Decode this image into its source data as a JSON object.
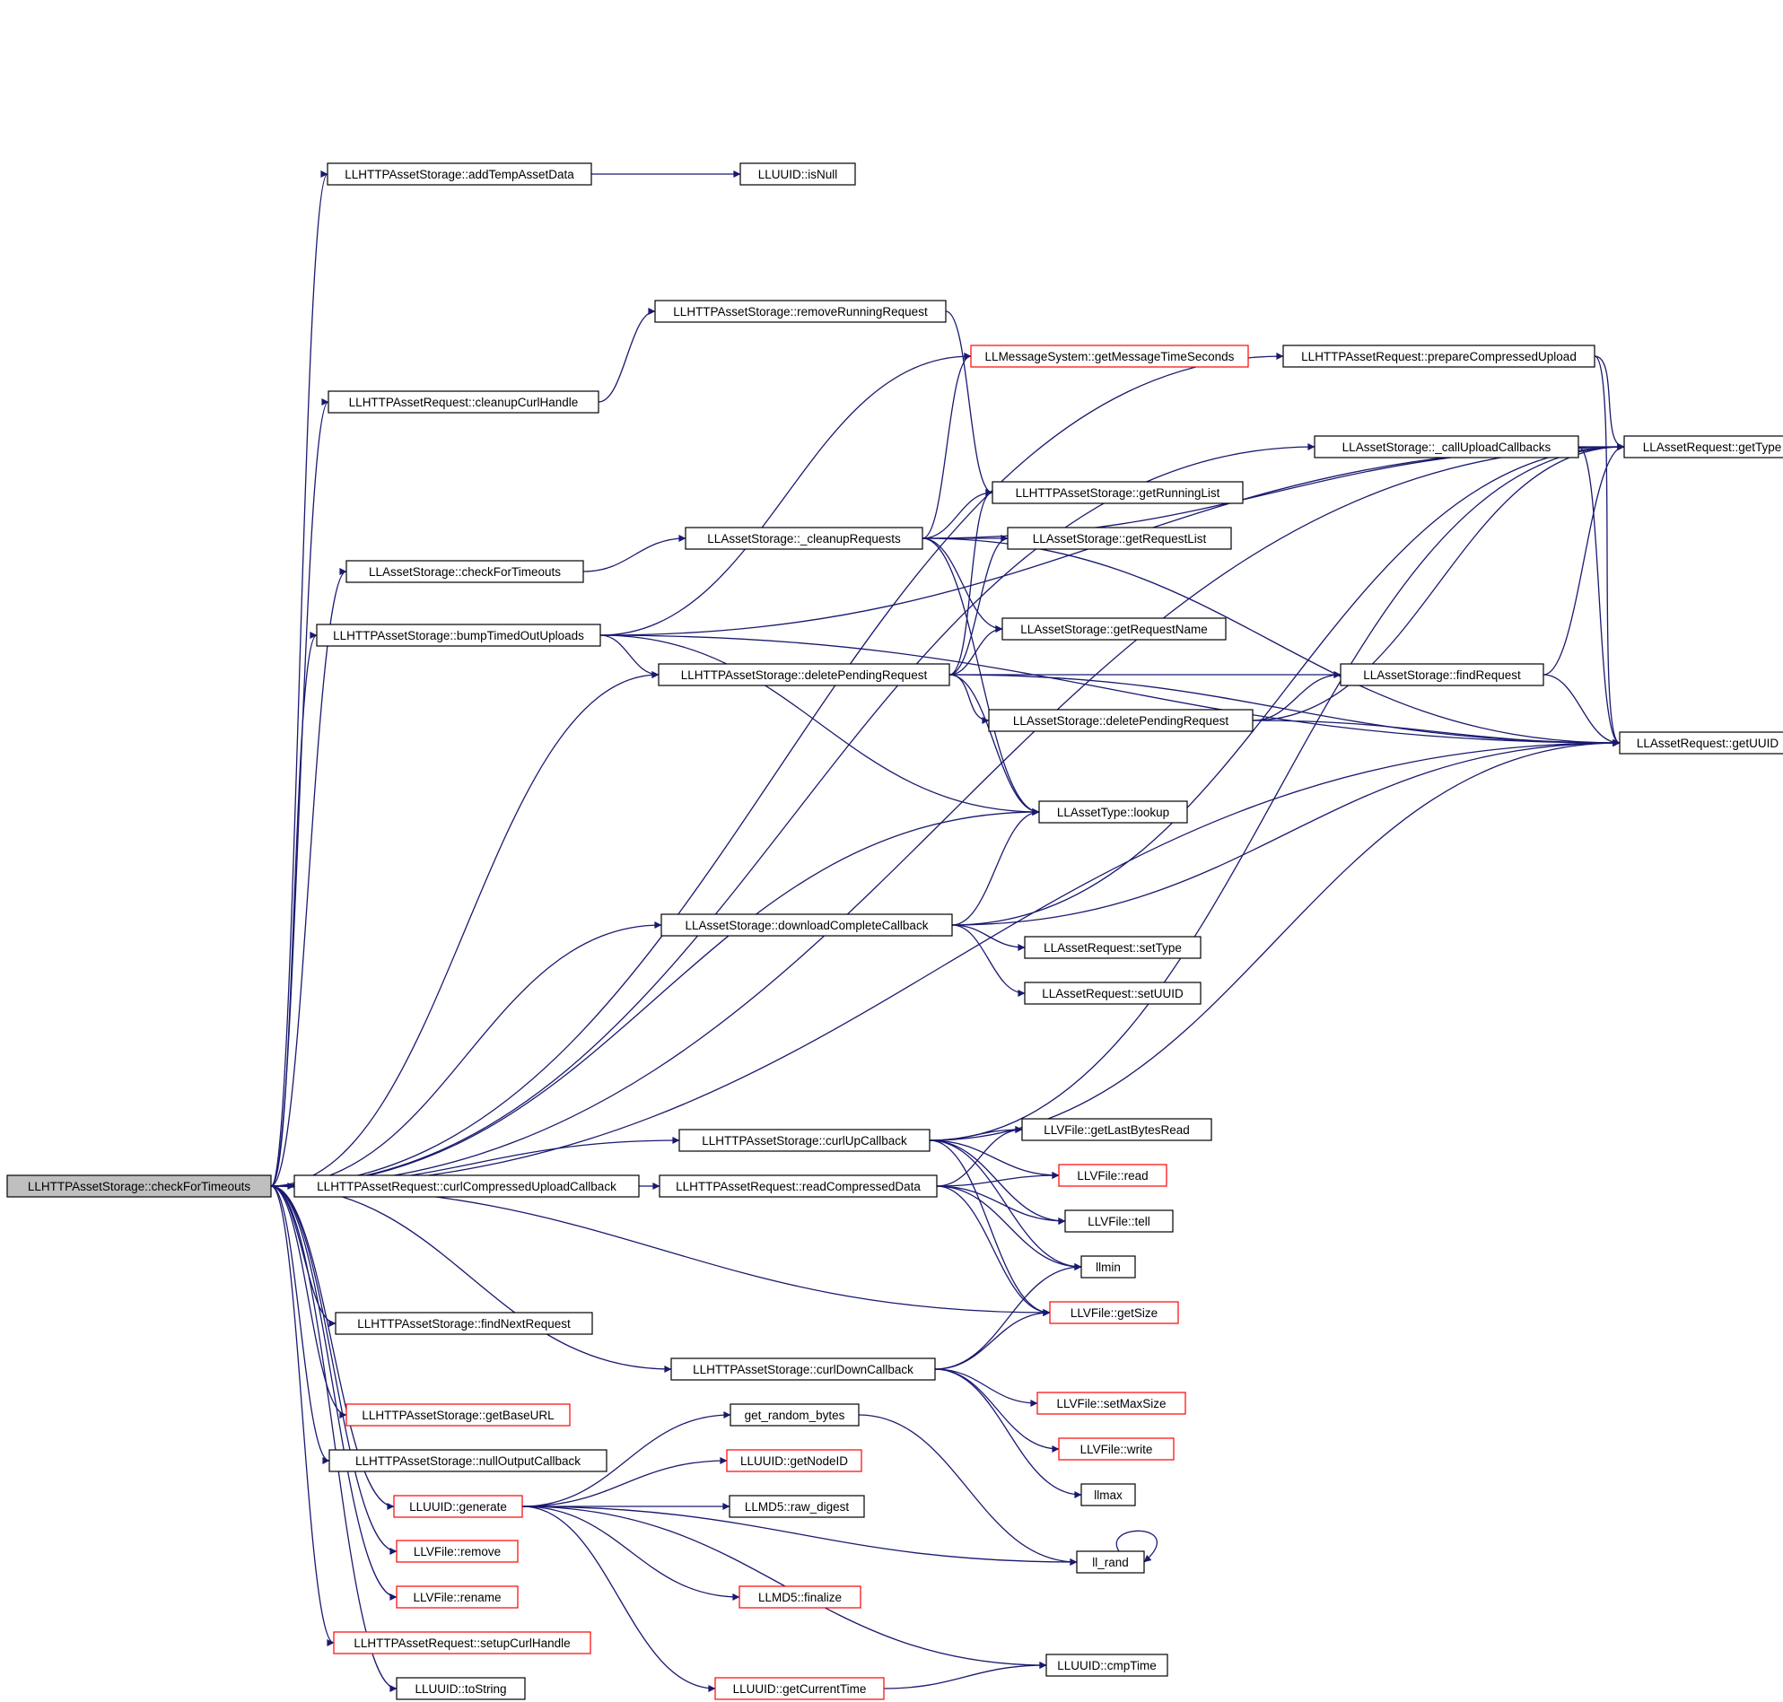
{
  "diagram": {
    "root": "n0",
    "nodes": [
      {
        "id": "n0",
        "label": "LLHTTPAssetStorage::checkForTimeouts",
        "style": "root"
      },
      {
        "id": "n1",
        "label": "LLHTTPAssetStorage::addTempAssetData",
        "style": "normal"
      },
      {
        "id": "n2",
        "label": "LLUUID::isNull",
        "style": "normal"
      },
      {
        "id": "n3",
        "label": "LLAssetRequest::getType",
        "style": "normal"
      },
      {
        "id": "n4",
        "label": "LLHTTPAssetStorage::removeRunningRequest",
        "style": "normal"
      },
      {
        "id": "n5",
        "label": "LLHTTPAssetRequest::prepareCompressedUpload",
        "style": "normal"
      },
      {
        "id": "n6",
        "label": "LLMessageSystem::getMessageTimeSeconds",
        "style": "red"
      },
      {
        "id": "n7",
        "label": "LLHTTPAssetRequest::cleanupCurlHandle",
        "style": "normal"
      },
      {
        "id": "n8",
        "label": "LLAssetStorage::_callUploadCallbacks",
        "style": "normal"
      },
      {
        "id": "n9",
        "label": "LLHTTPAssetStorage::getRunningList",
        "style": "normal"
      },
      {
        "id": "n10",
        "label": "LLAssetStorage::_cleanupRequests",
        "style": "normal"
      },
      {
        "id": "n11",
        "label": "LLAssetStorage::getRequestList",
        "style": "normal"
      },
      {
        "id": "n12",
        "label": "LLAssetStorage::checkForTimeouts",
        "style": "normal"
      },
      {
        "id": "n13",
        "label": "LLAssetStorage::getRequestName",
        "style": "normal"
      },
      {
        "id": "n14",
        "label": "LLHTTPAssetStorage::bumpTimedOutUploads",
        "style": "normal"
      },
      {
        "id": "n15",
        "label": "LLHTTPAssetStorage::deletePendingRequest",
        "style": "normal"
      },
      {
        "id": "n16",
        "label": "LLAssetStorage::findRequest",
        "style": "normal"
      },
      {
        "id": "n17",
        "label": "LLAssetStorage::deletePendingRequest",
        "style": "normal"
      },
      {
        "id": "n18",
        "label": "LLAssetRequest::getUUID",
        "style": "normal"
      },
      {
        "id": "n19",
        "label": "LLAssetType::lookup",
        "style": "normal"
      },
      {
        "id": "n20",
        "label": "LLAssetStorage::downloadCompleteCallback",
        "style": "normal"
      },
      {
        "id": "n21",
        "label": "LLAssetRequest::setType",
        "style": "normal"
      },
      {
        "id": "n22",
        "label": "LLAssetRequest::setUUID",
        "style": "normal"
      },
      {
        "id": "n23",
        "label": "LLHTTPAssetStorage::curlUpCallback",
        "style": "normal"
      },
      {
        "id": "n24",
        "label": "LLVFile::getLastBytesRead",
        "style": "normal"
      },
      {
        "id": "n25",
        "label": "LLHTTPAssetRequest::curlCompressedUploadCallback",
        "style": "normal"
      },
      {
        "id": "n26",
        "label": "LLHTTPAssetRequest::readCompressedData",
        "style": "normal"
      },
      {
        "id": "n27",
        "label": "LLVFile::read",
        "style": "red"
      },
      {
        "id": "n28",
        "label": "LLVFile::tell",
        "style": "normal"
      },
      {
        "id": "n29",
        "label": "llmin",
        "style": "normal"
      },
      {
        "id": "n30",
        "label": "LLHTTPAssetStorage::findNextRequest",
        "style": "normal"
      },
      {
        "id": "n31",
        "label": "LLVFile::getSize",
        "style": "red"
      },
      {
        "id": "n32",
        "label": "LLHTTPAssetStorage::curlDownCallback",
        "style": "normal"
      },
      {
        "id": "n33",
        "label": "LLHTTPAssetStorage::getBaseURL",
        "style": "red"
      },
      {
        "id": "n34",
        "label": "LLVFile::setMaxSize",
        "style": "red"
      },
      {
        "id": "n35",
        "label": "get_random_bytes",
        "style": "normal"
      },
      {
        "id": "n36",
        "label": "LLVFile::write",
        "style": "red"
      },
      {
        "id": "n37",
        "label": "LLHTTPAssetStorage::nullOutputCallback",
        "style": "normal"
      },
      {
        "id": "n38",
        "label": "LLUUID::getNodeID",
        "style": "red"
      },
      {
        "id": "n39",
        "label": "llmax",
        "style": "normal"
      },
      {
        "id": "n40",
        "label": "LLUUID::generate",
        "style": "red"
      },
      {
        "id": "n41",
        "label": "LLMD5::raw_digest",
        "style": "normal"
      },
      {
        "id": "n42",
        "label": "ll_rand",
        "style": "normal"
      },
      {
        "id": "n43",
        "label": "LLVFile::remove",
        "style": "red"
      },
      {
        "id": "n44",
        "label": "LLVFile::rename",
        "style": "red"
      },
      {
        "id": "n45",
        "label": "LLMD5::finalize",
        "style": "red"
      },
      {
        "id": "n46",
        "label": "LLHTTPAssetRequest::setupCurlHandle",
        "style": "red"
      },
      {
        "id": "n47",
        "label": "LLUUID::cmpTime",
        "style": "normal"
      },
      {
        "id": "n48",
        "label": "LLUUID::toString",
        "style": "normal"
      },
      {
        "id": "n49",
        "label": "LLUUID::getCurrentTime",
        "style": "red"
      }
    ],
    "edges": [
      [
        "n0",
        "n1"
      ],
      [
        "n0",
        "n3"
      ],
      [
        "n0",
        "n5"
      ],
      [
        "n0",
        "n8"
      ],
      [
        "n0",
        "n7"
      ],
      [
        "n0",
        "n12"
      ],
      [
        "n0",
        "n14"
      ],
      [
        "n0",
        "n15"
      ],
      [
        "n0",
        "n19"
      ],
      [
        "n0",
        "n20"
      ],
      [
        "n0",
        "n23"
      ],
      [
        "n0",
        "n25"
      ],
      [
        "n0",
        "n31"
      ],
      [
        "n0",
        "n18"
      ],
      [
        "n0",
        "n30"
      ],
      [
        "n0",
        "n32"
      ],
      [
        "n0",
        "n33"
      ],
      [
        "n0",
        "n37"
      ],
      [
        "n0",
        "n40"
      ],
      [
        "n0",
        "n43"
      ],
      [
        "n0",
        "n44"
      ],
      [
        "n0",
        "n46"
      ],
      [
        "n0",
        "n48"
      ],
      [
        "n1",
        "n2"
      ],
      [
        "n7",
        "n4"
      ],
      [
        "n4",
        "n9"
      ],
      [
        "n5",
        "n3"
      ],
      [
        "n5",
        "n18"
      ],
      [
        "n8",
        "n3"
      ],
      [
        "n8",
        "n18"
      ],
      [
        "n12",
        "n10"
      ],
      [
        "n10",
        "n6"
      ],
      [
        "n10",
        "n3"
      ],
      [
        "n10",
        "n18"
      ],
      [
        "n10",
        "n9"
      ],
      [
        "n10",
        "n11"
      ],
      [
        "n10",
        "n13"
      ],
      [
        "n10",
        "n19"
      ],
      [
        "n14",
        "n6"
      ],
      [
        "n14",
        "n15"
      ],
      [
        "n14",
        "n19"
      ],
      [
        "n14",
        "n3"
      ],
      [
        "n14",
        "n18"
      ],
      [
        "n15",
        "n9"
      ],
      [
        "n15",
        "n11"
      ],
      [
        "n15",
        "n13"
      ],
      [
        "n15",
        "n16"
      ],
      [
        "n15",
        "n17"
      ],
      [
        "n15",
        "n19"
      ],
      [
        "n15",
        "n18"
      ],
      [
        "n17",
        "n16"
      ],
      [
        "n17",
        "n3"
      ],
      [
        "n17",
        "n18"
      ],
      [
        "n16",
        "n3"
      ],
      [
        "n16",
        "n18"
      ],
      [
        "n20",
        "n19"
      ],
      [
        "n20",
        "n18"
      ],
      [
        "n20",
        "n21"
      ],
      [
        "n20",
        "n22"
      ],
      [
        "n20",
        "n3"
      ],
      [
        "n23",
        "n24"
      ],
      [
        "n23",
        "n27"
      ],
      [
        "n23",
        "n28"
      ],
      [
        "n23",
        "n29"
      ],
      [
        "n23",
        "n31"
      ],
      [
        "n23",
        "n3"
      ],
      [
        "n23",
        "n18"
      ],
      [
        "n25",
        "n26"
      ],
      [
        "n26",
        "n24"
      ],
      [
        "n26",
        "n27"
      ],
      [
        "n26",
        "n28"
      ],
      [
        "n26",
        "n29"
      ],
      [
        "n26",
        "n31"
      ],
      [
        "n32",
        "n29"
      ],
      [
        "n32",
        "n31"
      ],
      [
        "n32",
        "n34"
      ],
      [
        "n32",
        "n36"
      ],
      [
        "n32",
        "n39"
      ],
      [
        "n40",
        "n35"
      ],
      [
        "n40",
        "n38"
      ],
      [
        "n40",
        "n41"
      ],
      [
        "n40",
        "n42"
      ],
      [
        "n40",
        "n45"
      ],
      [
        "n40",
        "n47"
      ],
      [
        "n40",
        "n49"
      ],
      [
        "n35",
        "n42"
      ],
      [
        "n42",
        "n42"
      ],
      [
        "n49",
        "n47"
      ]
    ]
  }
}
